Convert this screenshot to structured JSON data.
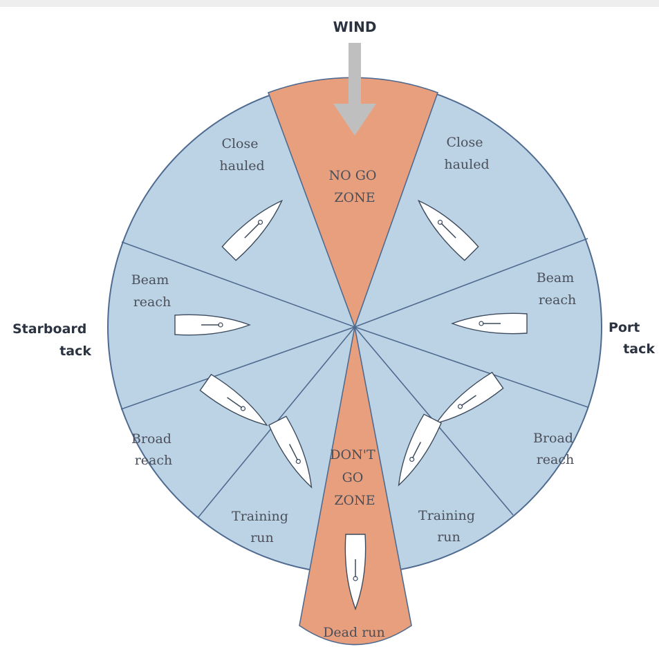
{
  "wind_label": "WIND",
  "left_side_label": [
    "Starboard",
    "tack"
  ],
  "right_side_label": [
    "Port",
    "tack"
  ],
  "zones": {
    "no_go": [
      "NO GO",
      "ZONE"
    ],
    "dont_go": [
      "DON'T",
      "GO",
      "ZONE"
    ]
  },
  "points_of_sail": {
    "close_hauled_left": [
      "Close",
      "hauled"
    ],
    "close_hauled_right": [
      "Close",
      "hauled"
    ],
    "beam_reach_left": [
      "Beam",
      "reach"
    ],
    "beam_reach_right": [
      "Beam",
      "reach"
    ],
    "broad_reach_left": [
      "Broad",
      "reach"
    ],
    "broad_reach_right": [
      "Broad",
      "reach"
    ],
    "training_run_left": [
      "Training",
      "run"
    ],
    "training_run_right": [
      "Training",
      "run"
    ],
    "dead_run": "Dead run"
  },
  "colors": {
    "sector_fill": "#bcd3e6",
    "zone_fill": "#e89f7d",
    "outline": "#4f6a8f",
    "wind_arrow": "#bfbfbf",
    "boat_fill": "#ffffff"
  }
}
